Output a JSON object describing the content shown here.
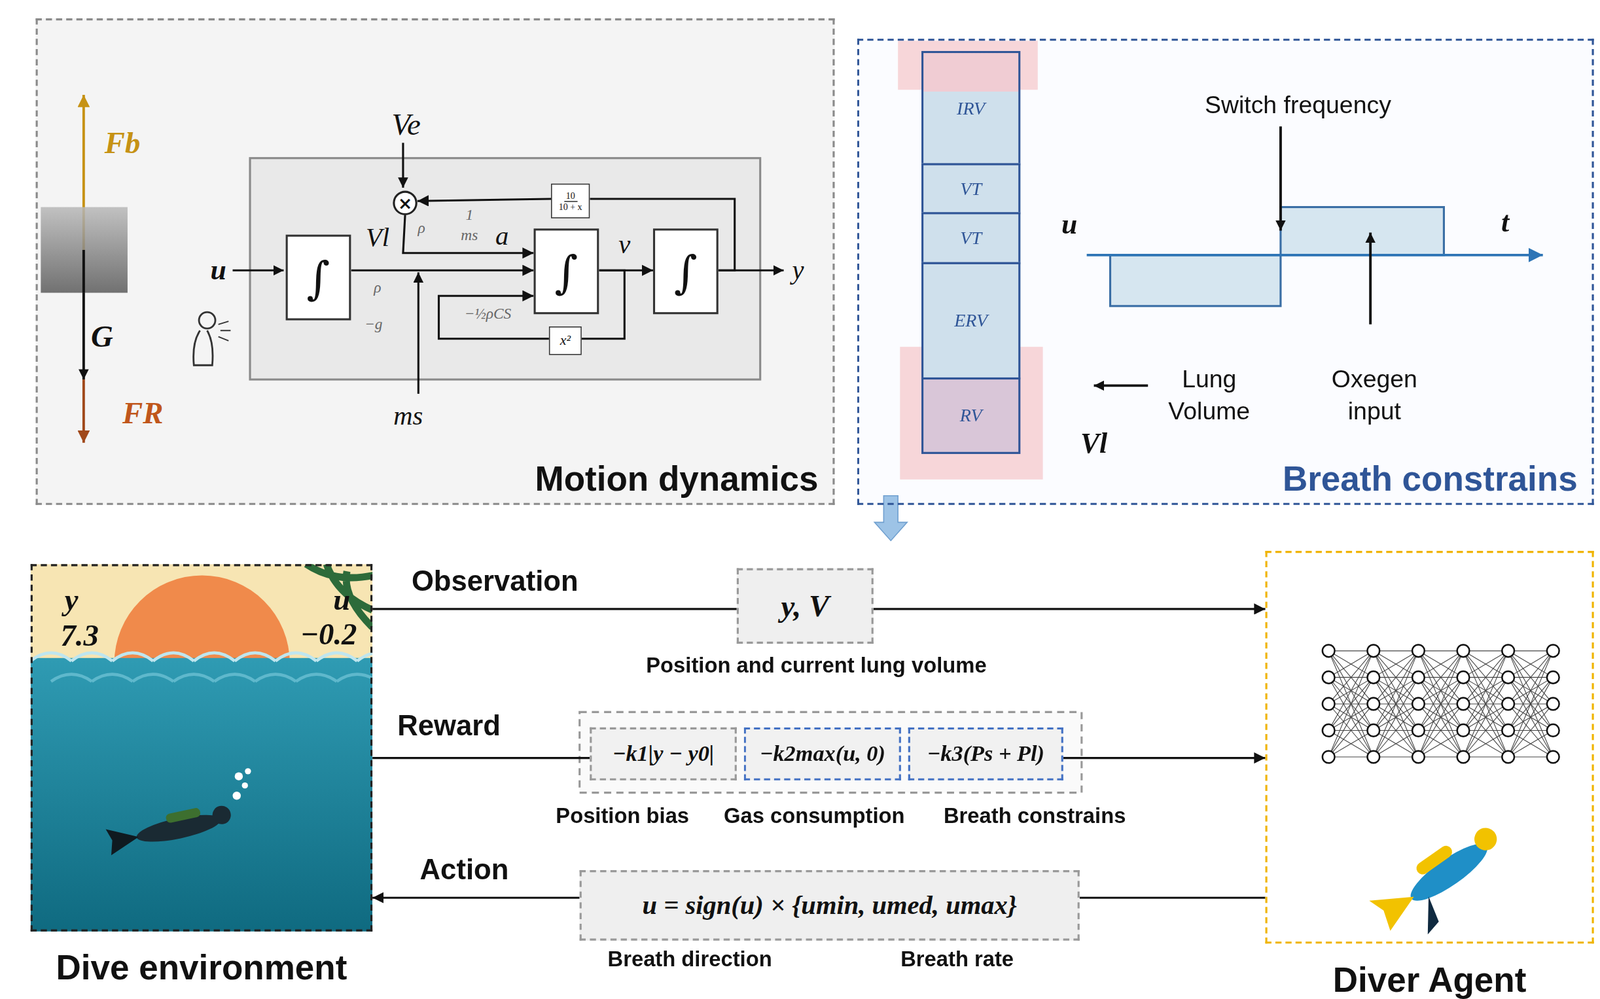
{
  "diagram": {
    "nodes": [
      {
        "text": [
          "Motion dynamics"
        ]
      },
      {
        "text": [
          "×"
        ],
        "in": 0
      },
      {
        "text": [
          "10",
          "10 + x"
        ],
        "in": 0
      },
      {
        "text": [
          "∫"
        ],
        "in": 0
      },
      {
        "text": [
          "∫"
        ],
        "in": 0
      },
      {
        "text": [
          "∫"
        ],
        "in": 0
      },
      {
        "text": [
          "x²"
        ],
        "in": 0
      },
      {
        "text": [
          "Breath constrains"
        ]
      },
      {
        "text": [
          "IRV"
        ],
        "in": 7
      },
      {
        "text": [
          "VT"
        ],
        "in": 7
      },
      {
        "text": [
          "VT"
        ],
        "in": 7
      },
      {
        "text": [
          "ERV"
        ],
        "in": 7
      },
      {
        "text": [
          "RV"
        ],
        "in": 7
      },
      {
        "text": [
          "Dive environment"
        ]
      },
      {
        "text": [
          "y, V"
        ]
      },
      {
        "text": [
          "−k1|y − y0|"
        ]
      },
      {
        "text": [
          "−k2max(u, 0)"
        ]
      },
      {
        "text": [
          "−k3(Ps + Pl)"
        ]
      },
      {
        "text": [
          "u = sign(u) × {umin, umed, umax}"
        ]
      },
      {
        "text": [
          "Diver Agent"
        ]
      }
    ],
    "edges": [
      {
        "from": 3,
        "to": 4,
        "arrow": "to"
      },
      {
        "from": 4,
        "to": 5,
        "arrow": "to"
      },
      {
        "from": 4,
        "to": 6,
        "arrow": "none"
      },
      {
        "from": 6,
        "to": 4,
        "arrow": "to"
      },
      {
        "from": 5,
        "to": 2,
        "arrow": "none"
      },
      {
        "from": 2,
        "to": 1,
        "arrow": "to"
      },
      {
        "from": 1,
        "to": 4,
        "arrow": "to"
      },
      {
        "from": 13,
        "to": 14,
        "label": "Observation",
        "arrow": "none"
      },
      {
        "from": 14,
        "to": 19,
        "arrow": "to"
      },
      {
        "from": 13,
        "to": 15,
        "label": "Reward",
        "arrow": "none"
      },
      {
        "from": 17,
        "to": 19,
        "arrow": "to"
      },
      {
        "from": 19,
        "to": 18,
        "arrow": "none"
      },
      {
        "from": 18,
        "to": 13,
        "label": "Action",
        "arrow": "to"
      }
    ],
    "labels": [
      "Fb",
      "G",
      "FR",
      "u",
      "Ve",
      "ρ",
      "Vl",
      "ρ",
      "1",
      "ms",
      "a",
      "v",
      "y",
      "−g",
      "−½ρCS",
      "ms",
      "u",
      "t",
      "Switch frequency",
      "Lung Volume",
      "Oxegen input",
      "Vl",
      "y",
      "7.3",
      "u",
      "−0.2",
      "Position and current lung volume",
      "Position bias",
      "Gas consumption",
      "Breath constrains",
      "Breath direction",
      "Breath rate"
    ]
  }
}
